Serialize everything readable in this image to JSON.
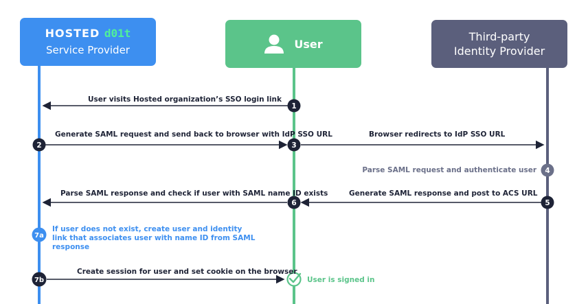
{
  "colors": {
    "sp": "#3d8ff0",
    "user": "#5bc48a",
    "idp": "#5b5f7c",
    "arrow": "#1e2336",
    "step_dark": "#1e2336",
    "step_gray": "#6b7089"
  },
  "service_provider": {
    "brand": "HOSTED",
    "brand_accent": "d01t",
    "title": "Service Provider"
  },
  "user": {
    "icon": "user-icon",
    "title": "User"
  },
  "identity_provider": {
    "title_line1": "Third-party",
    "title_line2": "Identity Provider"
  },
  "steps": [
    {
      "id": "1",
      "text": "User visits Hosted organization’s SSO login link"
    },
    {
      "id": "2",
      "text": "Generate SAML request and send back to browser with IdP SSO URL"
    },
    {
      "id": "3",
      "text": "Browser redirects to IdP SSO URL"
    },
    {
      "id": "4",
      "text": "Parse SAML request and authenticate user"
    },
    {
      "id": "5",
      "text": "Generate SAML response and post to ACS URL"
    },
    {
      "id": "6",
      "text": "Parse SAML response and check if user with SAML name ID exists"
    },
    {
      "id": "7a",
      "text": "If user does not exist, create user and identity link that associates user with name ID from SAML response"
    },
    {
      "id": "7b",
      "text": "Create session for user and set cookie on the browser"
    }
  ],
  "final_status": {
    "icon": "check-circle-icon",
    "text": "User is signed in"
  }
}
